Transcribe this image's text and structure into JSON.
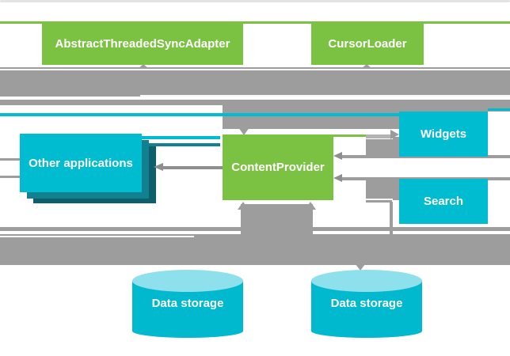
{
  "nodes": {
    "sync_adapter": {
      "label": "AbstractThreadedSyncAdapter"
    },
    "cursor_loader": {
      "label": "CursorLoader"
    },
    "content_provider": {
      "label": "ContentProvider"
    },
    "other_applications": {
      "label": "Other applications"
    },
    "widgets": {
      "label": "Widgets"
    },
    "search": {
      "label": "Search"
    },
    "data_storage_left": {
      "label": "Data storage"
    },
    "data_storage_right": {
      "label": "Data storage"
    }
  },
  "arrows": [
    {
      "target": "sync_adapter",
      "direction": "up"
    },
    {
      "target": "cursor_loader",
      "direction": "up"
    },
    {
      "target": "content_provider",
      "at": "top",
      "direction": "down"
    },
    {
      "target": "content_provider",
      "at": "bottom",
      "direction": "up"
    },
    {
      "target": "content_provider",
      "at": "right-upper",
      "direction": "left"
    },
    {
      "target": "content_provider",
      "at": "right-lower",
      "direction": "left"
    },
    {
      "target": "widgets",
      "direction": "right"
    },
    {
      "target": "other_applications",
      "direction": "left"
    },
    {
      "target": "data_storage_right",
      "direction": "down"
    }
  ],
  "colors": {
    "green": "#7CC242",
    "cyan": "#00BCD1",
    "teal_shadow": "#12808E",
    "teal_shadow_dark": "#0D5F6B",
    "cylinder_top": "#8EE0EC",
    "cylinder_body": "#00B9CF",
    "band_gray": "#9D9D9D",
    "arrow_gray": "#8E8E8E",
    "frame_line": "#E4E4E4",
    "background": "#FFFFFF"
  }
}
